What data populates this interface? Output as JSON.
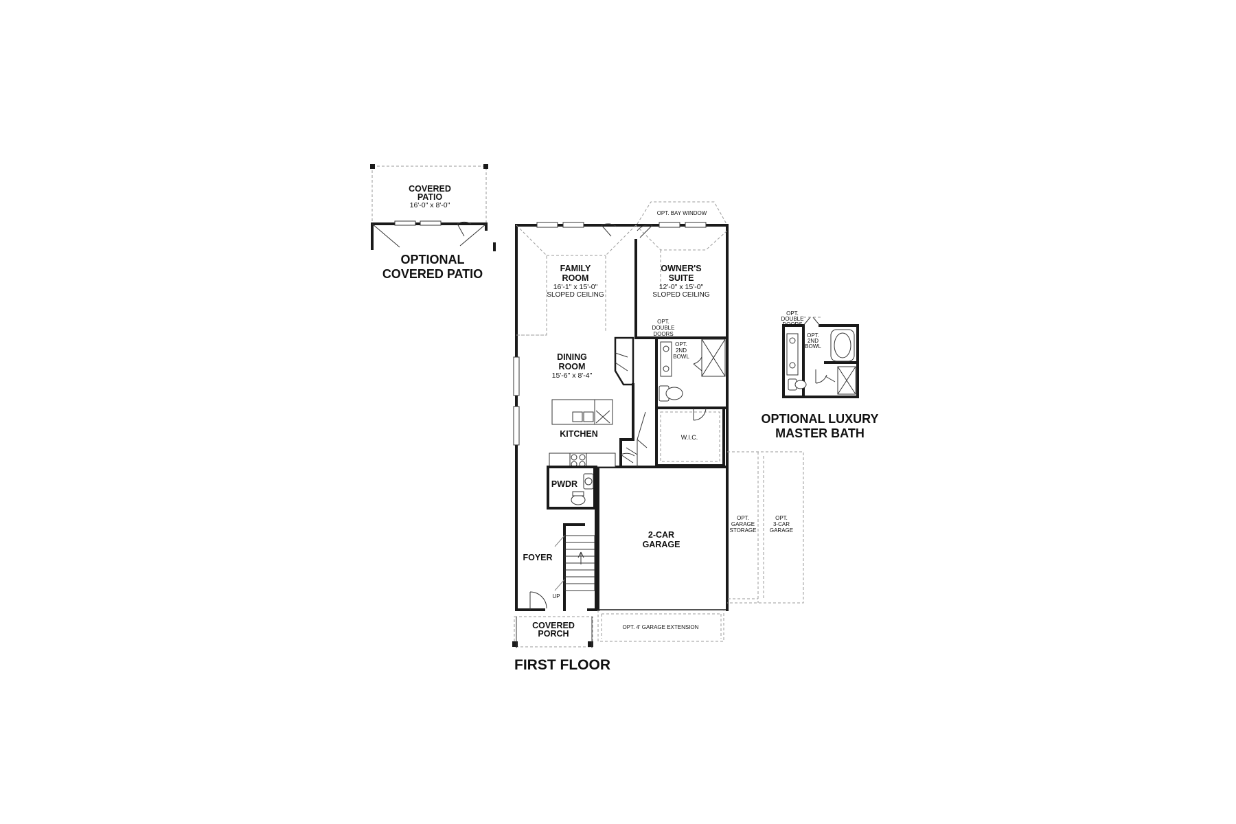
{
  "plan_title": "FIRST FLOOR",
  "rooms": {
    "family_room": {
      "name_1": "FAMILY",
      "name_2": "ROOM",
      "dims": "16'-1\" x 15'-0\"",
      "note": "SLOPED CEILING"
    },
    "owners_suite": {
      "name_1": "OWNER'S",
      "name_2": "SUITE",
      "dims": "12'-0\" x 15'-0\"",
      "note": "SLOPED CEILING"
    },
    "dining_room": {
      "name_1": "DINING",
      "name_2": "ROOM",
      "dims": "15'-6\" x 8'-4\""
    },
    "kitchen": {
      "name": "KITCHEN"
    },
    "pwdr": {
      "name": "PWDR"
    },
    "foyer": {
      "name": "FOYER"
    },
    "up": {
      "name": "UP"
    },
    "wic": {
      "name": "W.I.C."
    },
    "garage": {
      "name_1": "2-CAR",
      "name_2": "GARAGE"
    },
    "covered_porch": {
      "name_1": "COVERED",
      "name_2": "PORCH"
    }
  },
  "options": {
    "bay_window": "OPT. BAY WINDOW",
    "double_doors": [
      "OPT.",
      "DOUBLE",
      "DOORS"
    ],
    "second_bowl": [
      "OPT.",
      "2ND",
      "BOWL"
    ],
    "garage_storage": [
      "OPT.",
      "GARAGE",
      "STORAGE"
    ],
    "third_car_garage": [
      "OPT.",
      "3-CAR",
      "GARAGE"
    ],
    "garage_extension": "OPT. 4' GARAGE EXTENSION"
  },
  "patio_inset": {
    "room_1": "COVERED",
    "room_2": "PATIO",
    "dims": "16'-0\" x 8'-0\"",
    "title_1": "OPTIONAL",
    "title_2": "COVERED PATIO"
  },
  "bath_inset": {
    "double_doors": [
      "OPT.",
      "DOUBLE",
      "DOORS"
    ],
    "second_bowl": [
      "OPT.",
      "2ND",
      "BOWL"
    ],
    "title_1": "OPTIONAL LUXURY",
    "title_2": "MASTER BATH"
  }
}
